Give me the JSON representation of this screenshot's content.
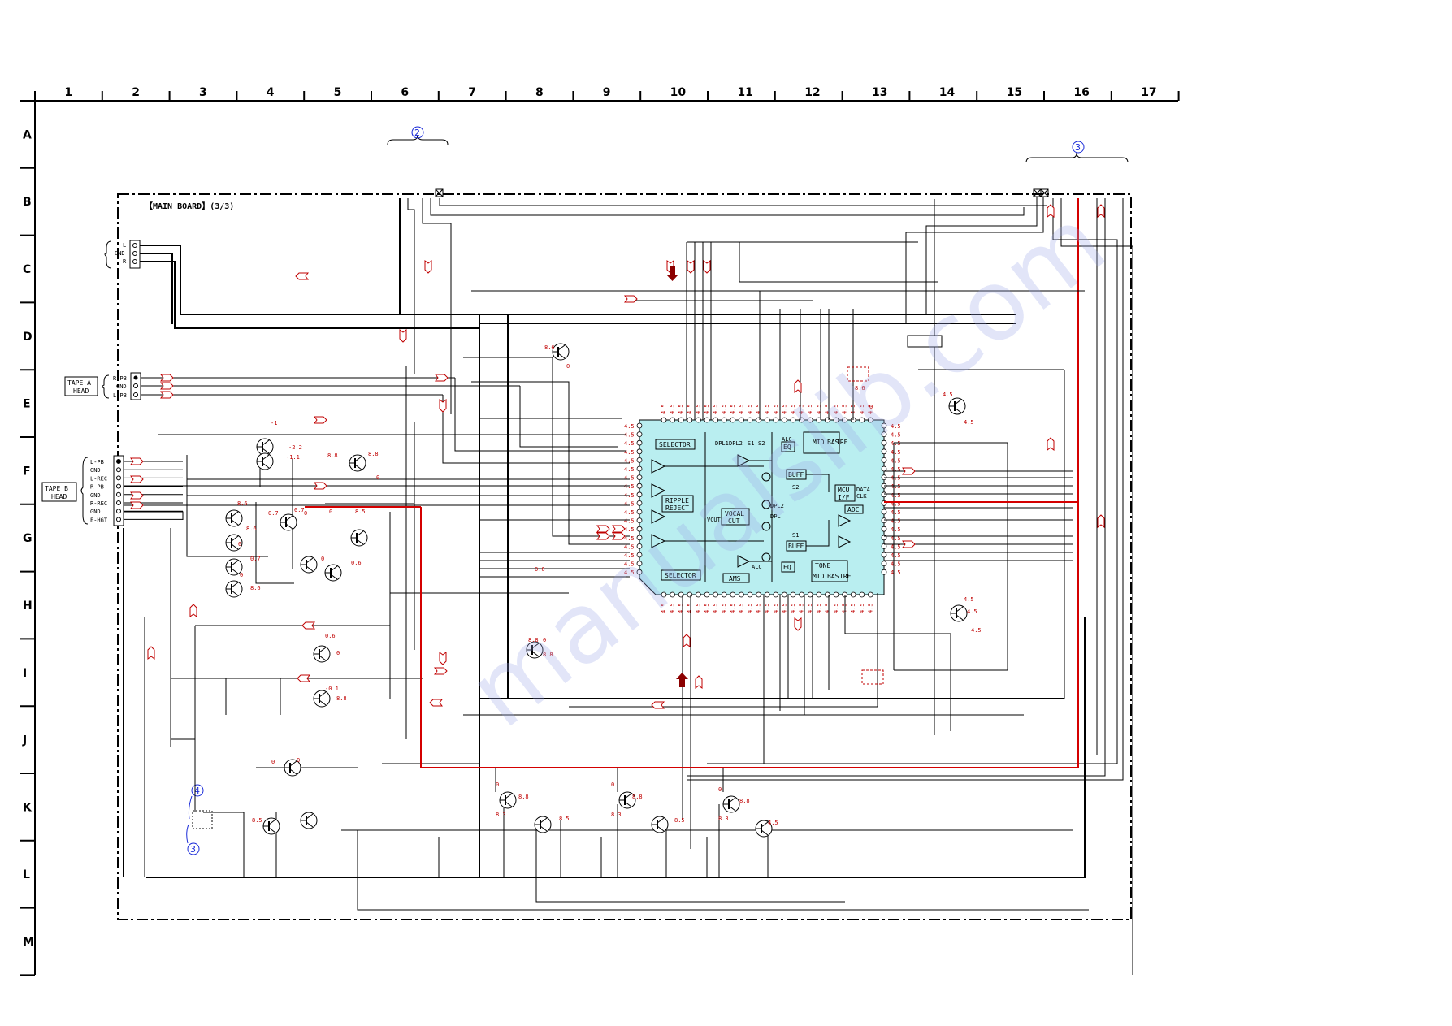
{
  "grid": {
    "columns": [
      "1",
      "2",
      "3",
      "4",
      "5",
      "6",
      "7",
      "8",
      "9",
      "10",
      "11",
      "12",
      "13",
      "14",
      "15",
      "16",
      "17"
    ],
    "rows": [
      "A",
      "B",
      "C",
      "D",
      "E",
      "F",
      "G",
      "H",
      "I",
      "J",
      "K",
      "L",
      "M"
    ]
  },
  "board_title": "【MAIN BOARD】(3/3)",
  "callouts": {
    "c2": "2",
    "c3": "3",
    "c4": "4",
    "c3b": "3"
  },
  "input_connector": {
    "pins": [
      "L",
      "GND",
      "R"
    ]
  },
  "tape_a": {
    "label_1": "TAPE A",
    "label_2": "HEAD",
    "pins": [
      "R-PB",
      "GND",
      "L-PB"
    ]
  },
  "tape_b": {
    "label_1": "TAPE B",
    "label_2": "HEAD",
    "pins": [
      "L-PB",
      "GND",
      "L-REC",
      "R-PB",
      "GND",
      "R-REC",
      "GND",
      "E-HGT"
    ]
  },
  "ic_blocks": {
    "selector_top": "SELECTOR",
    "selector_bottom": "SELECTOR",
    "ripple": "RIPPLE",
    "reject": "REJECT",
    "vocal": "VOCAL",
    "cut": "CUT",
    "vcut": "VCUT",
    "ams": "AMS",
    "eq1": "EQ",
    "eq2": "EQ",
    "alc1": "ALC",
    "alc2": "ALC",
    "buff1": "BUFF",
    "buff2": "BUFF",
    "mid": "MID",
    "bas": "BAS",
    "tre": "TRE",
    "tone": "TONE",
    "mcu": "MCU",
    "if": "I/F",
    "data": "DATA",
    "clk": "CLK",
    "adc": "ADC",
    "dpl1": "DPL1",
    "dpl2": "DPL2",
    "s1": "S1",
    "s2": "S2",
    "dpl": "DPL"
  },
  "voltages": {
    "v1": "8.6",
    "v2": "0",
    "v3": "-1",
    "v4": "-2.2",
    "v5": "-1.1",
    "v6": "8.8",
    "v7": "8.8",
    "v8": "0",
    "v9": "8.5",
    "v10": "8.6",
    "v11": "0.7",
    "v12": "0.7",
    "v13": "0",
    "v14": "0",
    "v15": "8.6",
    "v16": "0",
    "v17": "0.7",
    "v18": "0",
    "v19": "0.6",
    "v20": "0",
    "v21": "8.6",
    "v22": "0.6",
    "v23": "0",
    "v24": "-0.1",
    "v25": "8.8",
    "v26": "8.8",
    "v27": "8.8",
    "v28": "0",
    "v29": "0",
    "v30": "8.5",
    "v31": "0",
    "v32": "8.8",
    "v33": "8.3",
    "v34": "8.5",
    "v35": "0",
    "v36": "8.8",
    "v37": "8.3",
    "v38": "8.5",
    "v39": "0",
    "v40": "8.8",
    "v41": "8.3",
    "v42": "4.5",
    "v43": "4.5",
    "v44": "4.5",
    "v45": "4.5",
    "v46": "4.5",
    "v47": "4.5",
    "v48": "0.6",
    "v49": "0",
    "v50": "8.6",
    "v51": "0"
  },
  "ic_pin_voltage": "4.5",
  "colors": {
    "schematic_ink": "#000000",
    "ic_fill": "#b9eef0",
    "power_trace": "#d40000",
    "annotation": "#1a2bd8"
  }
}
